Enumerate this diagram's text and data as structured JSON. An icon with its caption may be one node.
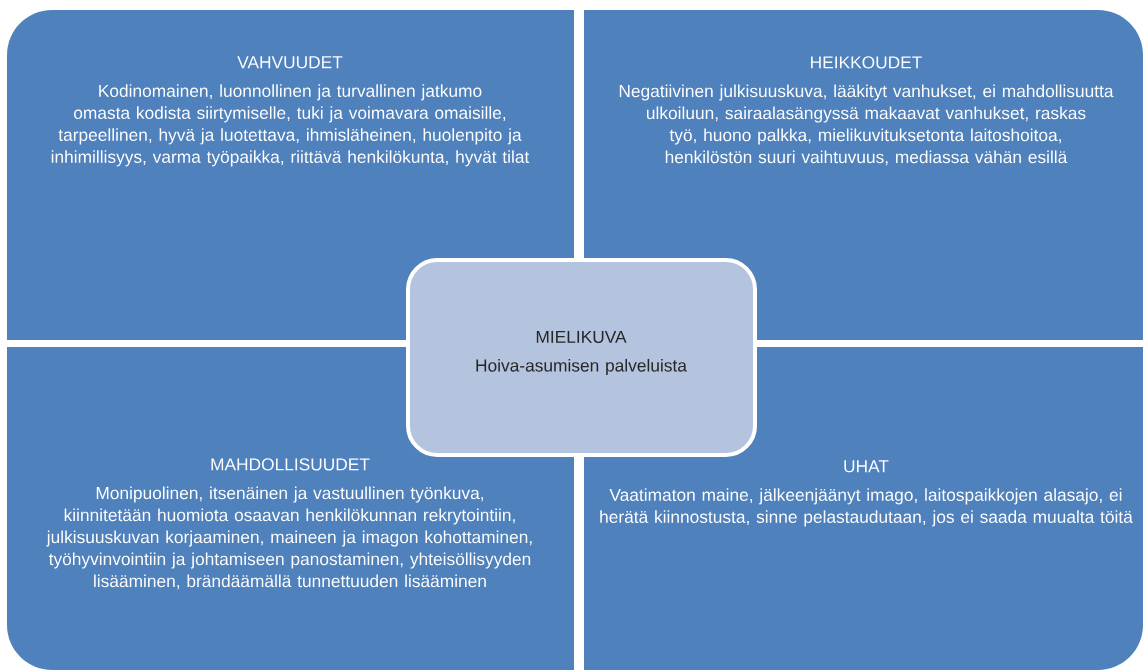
{
  "diagram": {
    "nodes": [
      {
        "text": [
          "VAHVUUDET",
          "Kodinomainen, luonnollinen ja turvallinen jatkumo omasta kodista siirtymiselle, tuki ja voimavara omaisille, tarpeellinen, hyvä ja luotettava, ihmisläheinen, huolenpito ja inhimillisyys, varma työpaikka, riittävä henkilökunta, hyvät tilat"
        ]
      },
      {
        "text": [
          "HEIKKOUDET",
          "Negatiivinen julkisuuskuva, lääkityt vanhukset, ei mahdollisuutta ulkoiluun, sairaalasängyssä makaavat vanhukset, raskas työ, huono palkka, mielikuvituksetonta laitoshoitoa, henkilöstön suuri vaihtuvuus, mediassa vähän esillä"
        ]
      },
      {
        "text": [
          "MAHDOLLISUUDET",
          "Monipuolinen, itsenäinen ja vastuullinen työnkuva, kiinnitetään huomiota osaavan henkilökunnan rekrytointiin, julkisuuskuvan korjaaminen, maineen ja imagon kohottaminen, työhyvinvointiin ja johtamiseen panostaminen, yhteisöllisyyden lisääminen, brändäämällä tunnettuuden lisääminen"
        ]
      },
      {
        "text": [
          "UHAT",
          "Vaatimaton maine, jälkeenjäänyt imago, laitospaikkojen alasajo, ei herätä kiinnostusta, sinne pelastaudutaan, jos ei saada muualta töitä"
        ]
      },
      {
        "text": [
          "MIELIKUVA",
          "Hoiva-asumisen palveluista"
        ]
      }
    ]
  }
}
